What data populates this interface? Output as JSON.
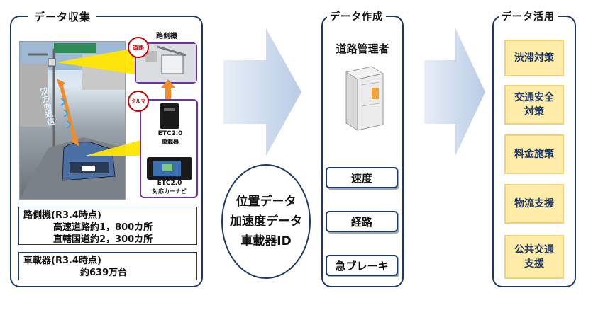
{
  "collection": {
    "title": "データ収集",
    "roadside_badge": "道路",
    "roadside_device_label": "路側機",
    "vehicle_badge": "クルマ",
    "obu_label": [
      "ETC2.0",
      "車載器"
    ],
    "navi_label": [
      "ETC2.0",
      "対応カーナビ"
    ],
    "comm_label": "双方向通信",
    "roadside_stats": {
      "heading": "路側機(R3.4時点)",
      "line1": "高速道路約1，800カ所",
      "line2": "直轄国道約2，300カ所"
    },
    "obu_stats": {
      "heading": "車載器(R3.4時点)",
      "line1": "約639万台"
    }
  },
  "data_items": [
    "位置データ",
    "加速度データ",
    "車載器ID"
  ],
  "creation": {
    "title": "データ作成",
    "subtitle": "道路管理者",
    "tags": [
      "速度",
      "経路",
      "急ブレーキ"
    ]
  },
  "utilization": {
    "title": "データ活用",
    "items": [
      "渋滞対策",
      "交通安全\n対策",
      "料金施策",
      "物流支援",
      "公共交通\n支援"
    ]
  },
  "colors": {
    "frame": "#1f3864",
    "use_fill": "#ffeca8",
    "callout": "#7030a0",
    "badge": "#c00000",
    "arrow": "#c6d5ea"
  }
}
